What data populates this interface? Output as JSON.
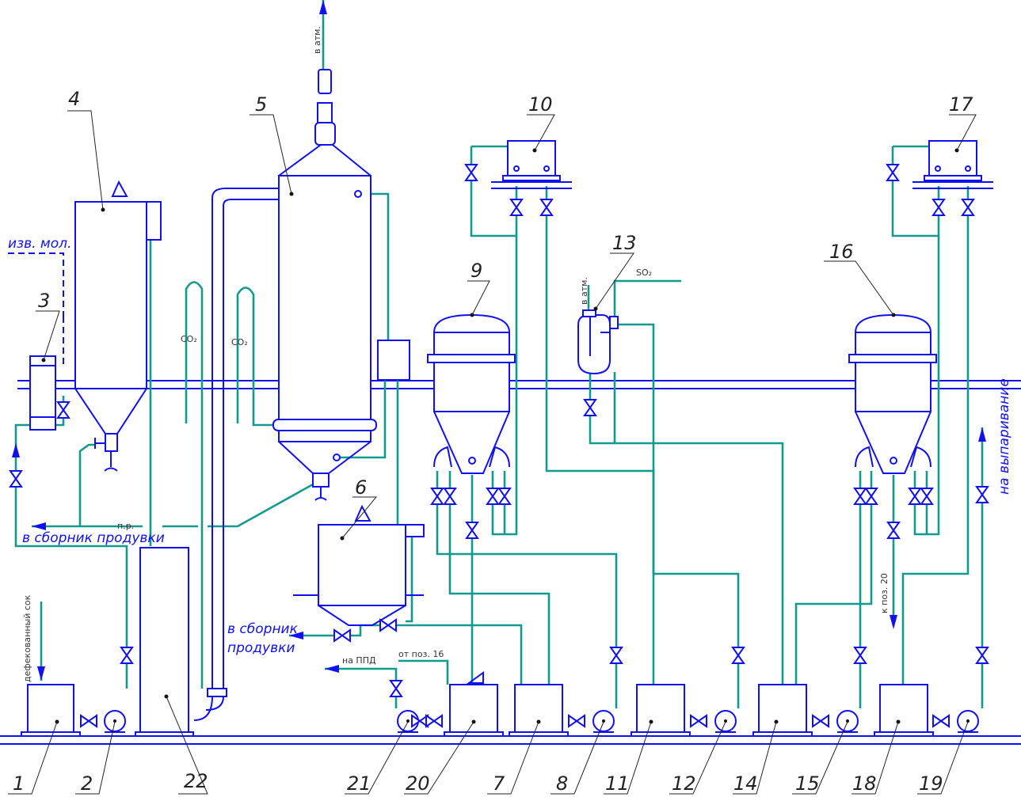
{
  "diagram": {
    "colors": {
      "equipment": "#1010f0",
      "pipes": "#139a8c",
      "leaders": "#222222"
    },
    "positions": {
      "p1": "1",
      "p2": "2",
      "p3": "3",
      "p4": "4",
      "p5": "5",
      "p6": "6",
      "p7": "7",
      "p8": "8",
      "p9": "9",
      "p10": "10",
      "p11": "11",
      "p12": "12",
      "p13": "13",
      "p14": "14",
      "p15": "15",
      "p16": "16",
      "p17": "17",
      "p18": "18",
      "p19": "19",
      "p20": "20",
      "p21": "21",
      "p22": "22"
    },
    "labels": {
      "lime_milk": "изв. мол.",
      "to_blowdown_1": "в сборник продувки",
      "pr": "п.р.",
      "co2_1": "CO₂",
      "co2_2": "CO₂",
      "to_atm_top": "в атм.",
      "to_atm_13": "в атм.",
      "defecated_juice": "дефекованный сок",
      "to_blowdown_2a": "в сборник",
      "to_blowdown_2b": "продувки",
      "to_ppd": "на ППД",
      "from_pos16": "от поз. 16",
      "so2": "SO₂",
      "to_pos20": "к поз. 20",
      "to_evaporation": "на выпаривание"
    }
  }
}
